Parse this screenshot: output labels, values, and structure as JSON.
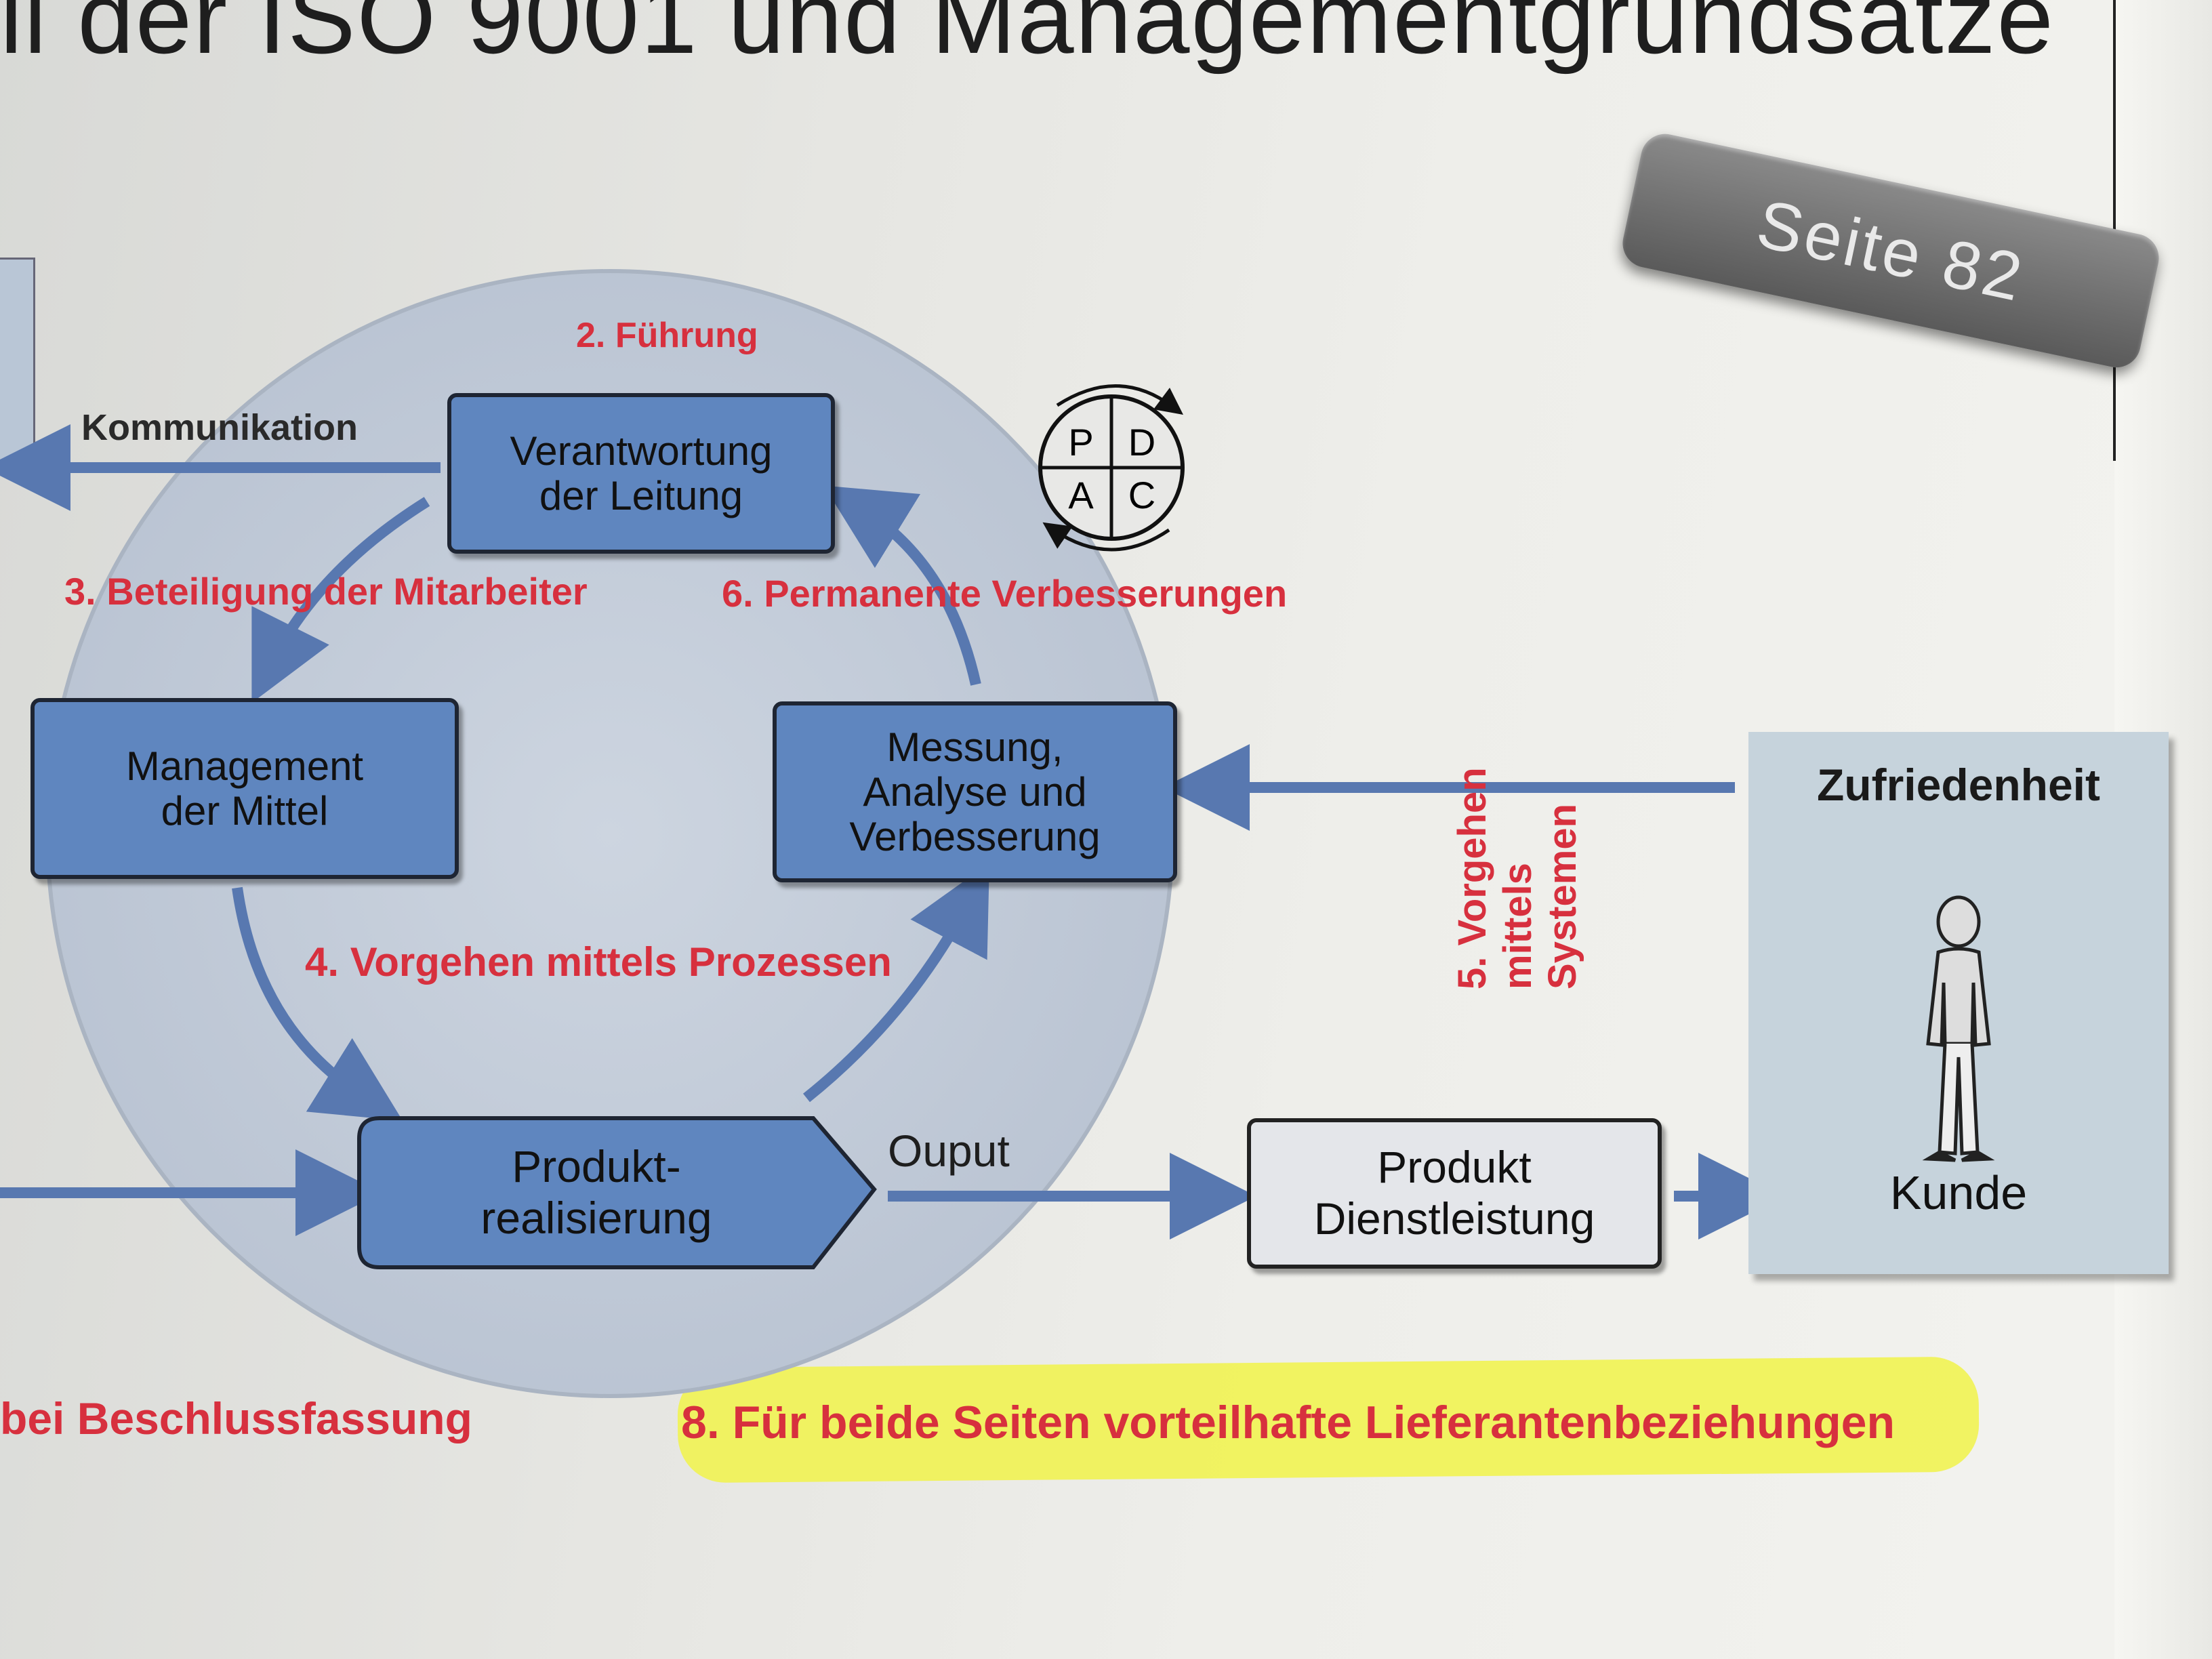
{
  "header": {
    "title": "il der ISO 9001 und Managementgrundsätze"
  },
  "badge": {
    "label": "Seite 82"
  },
  "boxes": {
    "leitung": "Verantwortung\nder Leitung",
    "mittel": "Management\nder Mittel",
    "messung": "Messung,\nAnalyse und\nVerbesserung",
    "produktrealisierung": "Produkt-\nrealisierung",
    "produkt_dienstleistung": "Produkt\nDienstleistung"
  },
  "principles": {
    "p2": "2. Führung",
    "p3": "3. Beteiligung der Mitarbeiter",
    "p4": "4. Vorgehen mittels Prozessen",
    "p5_line1": "5. Vorgehen",
    "p5_line2": "mittels",
    "p5_line3": "Systemen",
    "p6": "6. Permanente Verbesserungen",
    "p7_partial": "bei Beschlussfassung",
    "p8": "8. Für beide Seiten vorteilhafte Lieferantenbeziehungen"
  },
  "flow_labels": {
    "kommunikation": "Kommunikation",
    "output": "Ouput"
  },
  "pdca": {
    "p": "P",
    "d": "D",
    "a": "A",
    "c": "C"
  },
  "customer": {
    "title": "Zufriedenheit",
    "label": "Kunde",
    "figure_icon": "person-standing-icon"
  },
  "colors": {
    "box_blue": "#5f86bf",
    "arrow_blue": "#5878b0",
    "principle_red": "#d7303e",
    "highlight_yellow": "#f0f25a",
    "circle_fill": "#c3ccd9"
  }
}
